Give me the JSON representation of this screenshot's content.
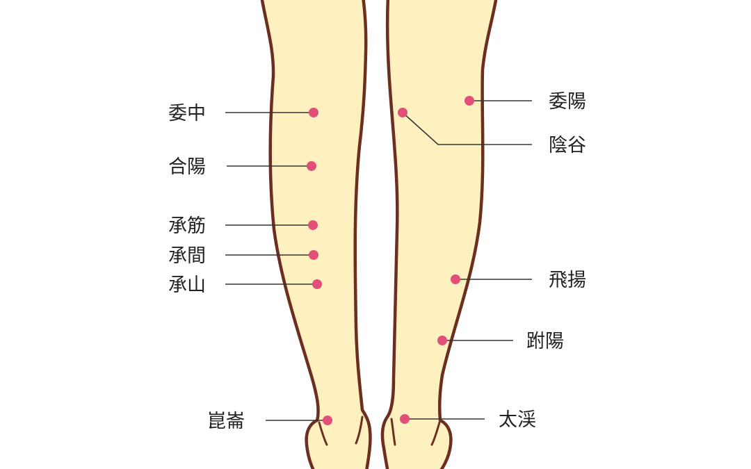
{
  "colors": {
    "skin": "#fff1bf",
    "outline": "#6b2e1f",
    "point": "#e2507a",
    "leader": "#333333",
    "text": "#222222"
  },
  "points": [
    {
      "id": "ichu",
      "label": "委中"
    },
    {
      "id": "goyo",
      "label": "合陽"
    },
    {
      "id": "shokin",
      "label": "承筋"
    },
    {
      "id": "shokan",
      "label": "承間"
    },
    {
      "id": "shozan",
      "label": "承山"
    },
    {
      "id": "konron",
      "label": "崑崙"
    },
    {
      "id": "iyo",
      "label": "委陽"
    },
    {
      "id": "inkoku",
      "label": "陰谷"
    },
    {
      "id": "hiyo",
      "label": "飛揚"
    },
    {
      "id": "fuyo",
      "label": "跗陽"
    },
    {
      "id": "taikei",
      "label": "太渓"
    }
  ]
}
